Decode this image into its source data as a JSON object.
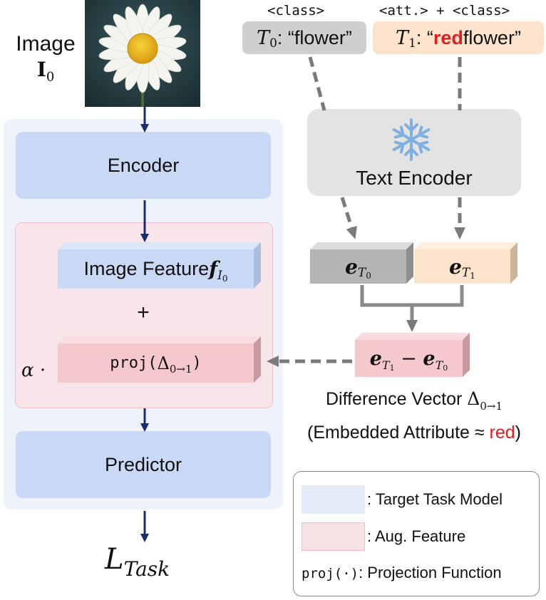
{
  "image_label": {
    "word": "Image",
    "symbol": "I",
    "sub": "0"
  },
  "encoder": {
    "label": "Encoder"
  },
  "predictor": {
    "label": "Predictor"
  },
  "image_feature": {
    "label": "Image Feature ",
    "symbol": "f",
    "sub_base": "I",
    "sub_sub": "0"
  },
  "plus": "+",
  "alpha": {
    "symbol": "α",
    "dot": "·"
  },
  "proj_box": {
    "func": "proj(",
    "delta": "Δ",
    "sub": "0→1",
    "close": ")"
  },
  "loss": {
    "symbol": "L",
    "sub": "Task"
  },
  "prompts": {
    "t0_tag": "<class>",
    "t1_tag": "<att.> + <class>",
    "t0": {
      "sym": "T",
      "sub": "0",
      "text": ": “flower”"
    },
    "t1": {
      "sym": "T",
      "sub": "1",
      "pre": ": “",
      "attr": "red",
      "post": " flower”"
    }
  },
  "text_encoder": {
    "label": "Text Encoder",
    "icon": "snowflake-icon"
  },
  "embeddings": {
    "e0": {
      "sym": "e",
      "sub": "T",
      "subsub": "0"
    },
    "e1": {
      "sym": "e",
      "sub": "T",
      "subsub": "1"
    },
    "diff": {
      "a_sym": "e",
      "a_sub": "T",
      "a_subsub": "1",
      "minus": " − ",
      "b_sym": "e",
      "b_sub": "T",
      "b_subsub": "0"
    }
  },
  "difference_caption": {
    "line1": "Difference Vector ",
    "delta": "Δ",
    "delta_sub": "0→1",
    "line2_pre": "(Embedded Attribute ≈ ",
    "line2_attr": "red",
    "line2_post": ")"
  },
  "legend": {
    "target": ": Target Task Model",
    "aug": ": Aug. Feature",
    "proj_func": "proj(·)",
    "proj_desc": ": Projection Function"
  },
  "colors": {
    "target_bg": "#eef3fb",
    "block_blue": "#c9d9f5",
    "aug_bg": "#f7e5ea",
    "aug_block": "#f5c9cc",
    "gray_box": "#cfcfcf",
    "peach_box": "#fbe3cc",
    "accent_red": "#e02020",
    "arrow_navy": "#1a2d6b"
  }
}
